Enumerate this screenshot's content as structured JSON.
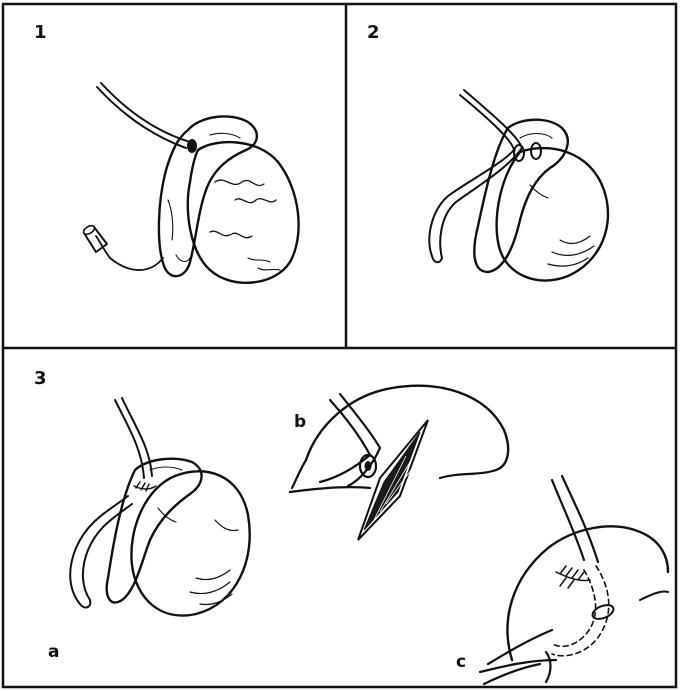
{
  "panels": [
    {
      "label": "1"
    },
    {
      "label": "2"
    },
    {
      "label": "3"
    }
  ],
  "sub_labels": {
    "a": "a",
    "b": "b",
    "c": "c"
  },
  "colors": {
    "ink": "#111111",
    "paper": "#ffffff",
    "dark_fill": "#1a1a1a"
  }
}
